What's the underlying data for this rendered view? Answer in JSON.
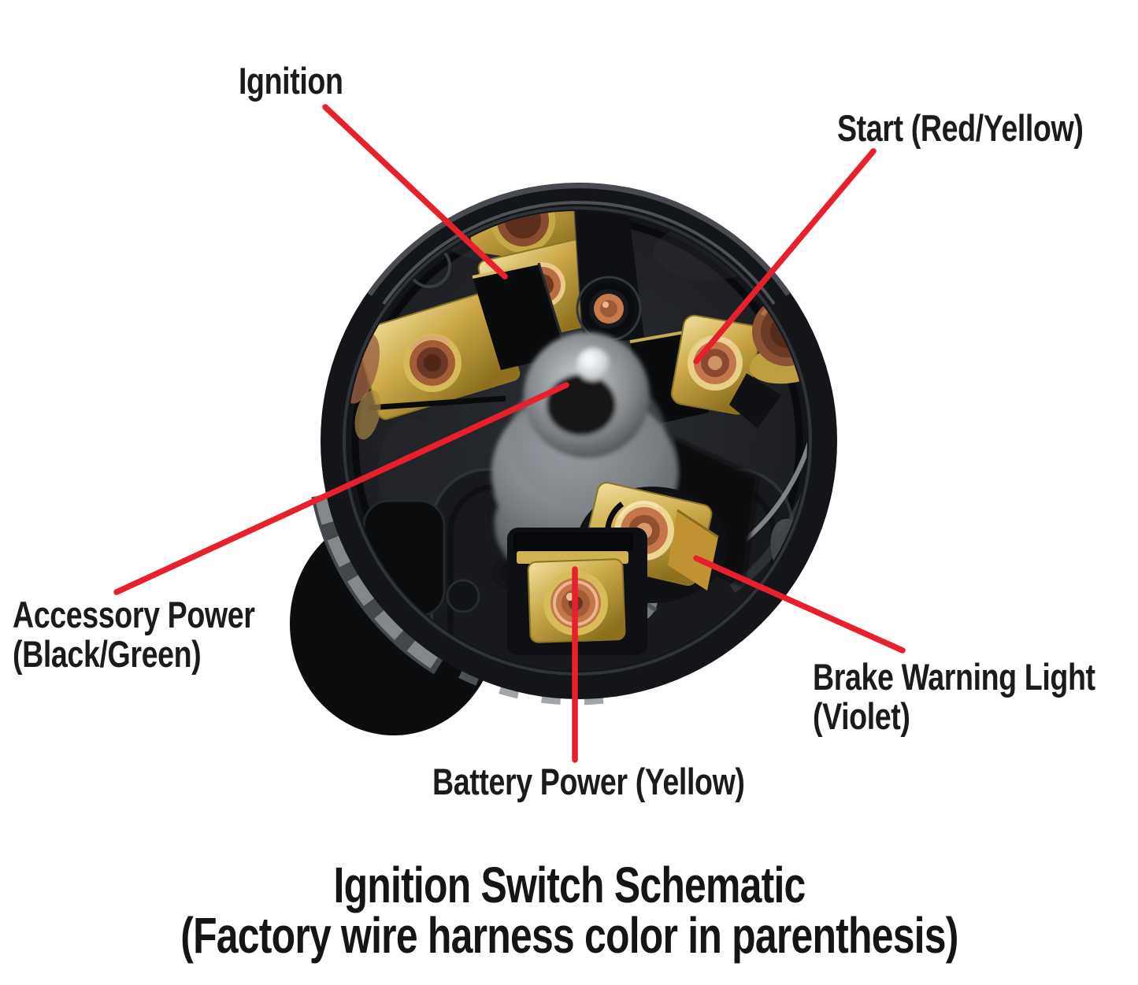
{
  "labels": {
    "ignition": "Ignition",
    "start": "Start (Red/Yellow)",
    "accessory_line1": "Accessory Power",
    "accessory_line2": "(Black/Green)",
    "brake_line1": "Brake Warning Light",
    "brake_line2": "(Violet)",
    "battery": "Battery Power (Yellow)"
  },
  "title": {
    "line1": "Ignition Switch Schematic",
    "line2": "(Factory wire harness color in parenthesis)"
  },
  "colors": {
    "callout_red": "#e8202b",
    "label_text": "#1b1b1b",
    "background": "#ffffff",
    "housing_black": "#141519",
    "brass": "#cdab4b",
    "copper": "#c5754a"
  }
}
